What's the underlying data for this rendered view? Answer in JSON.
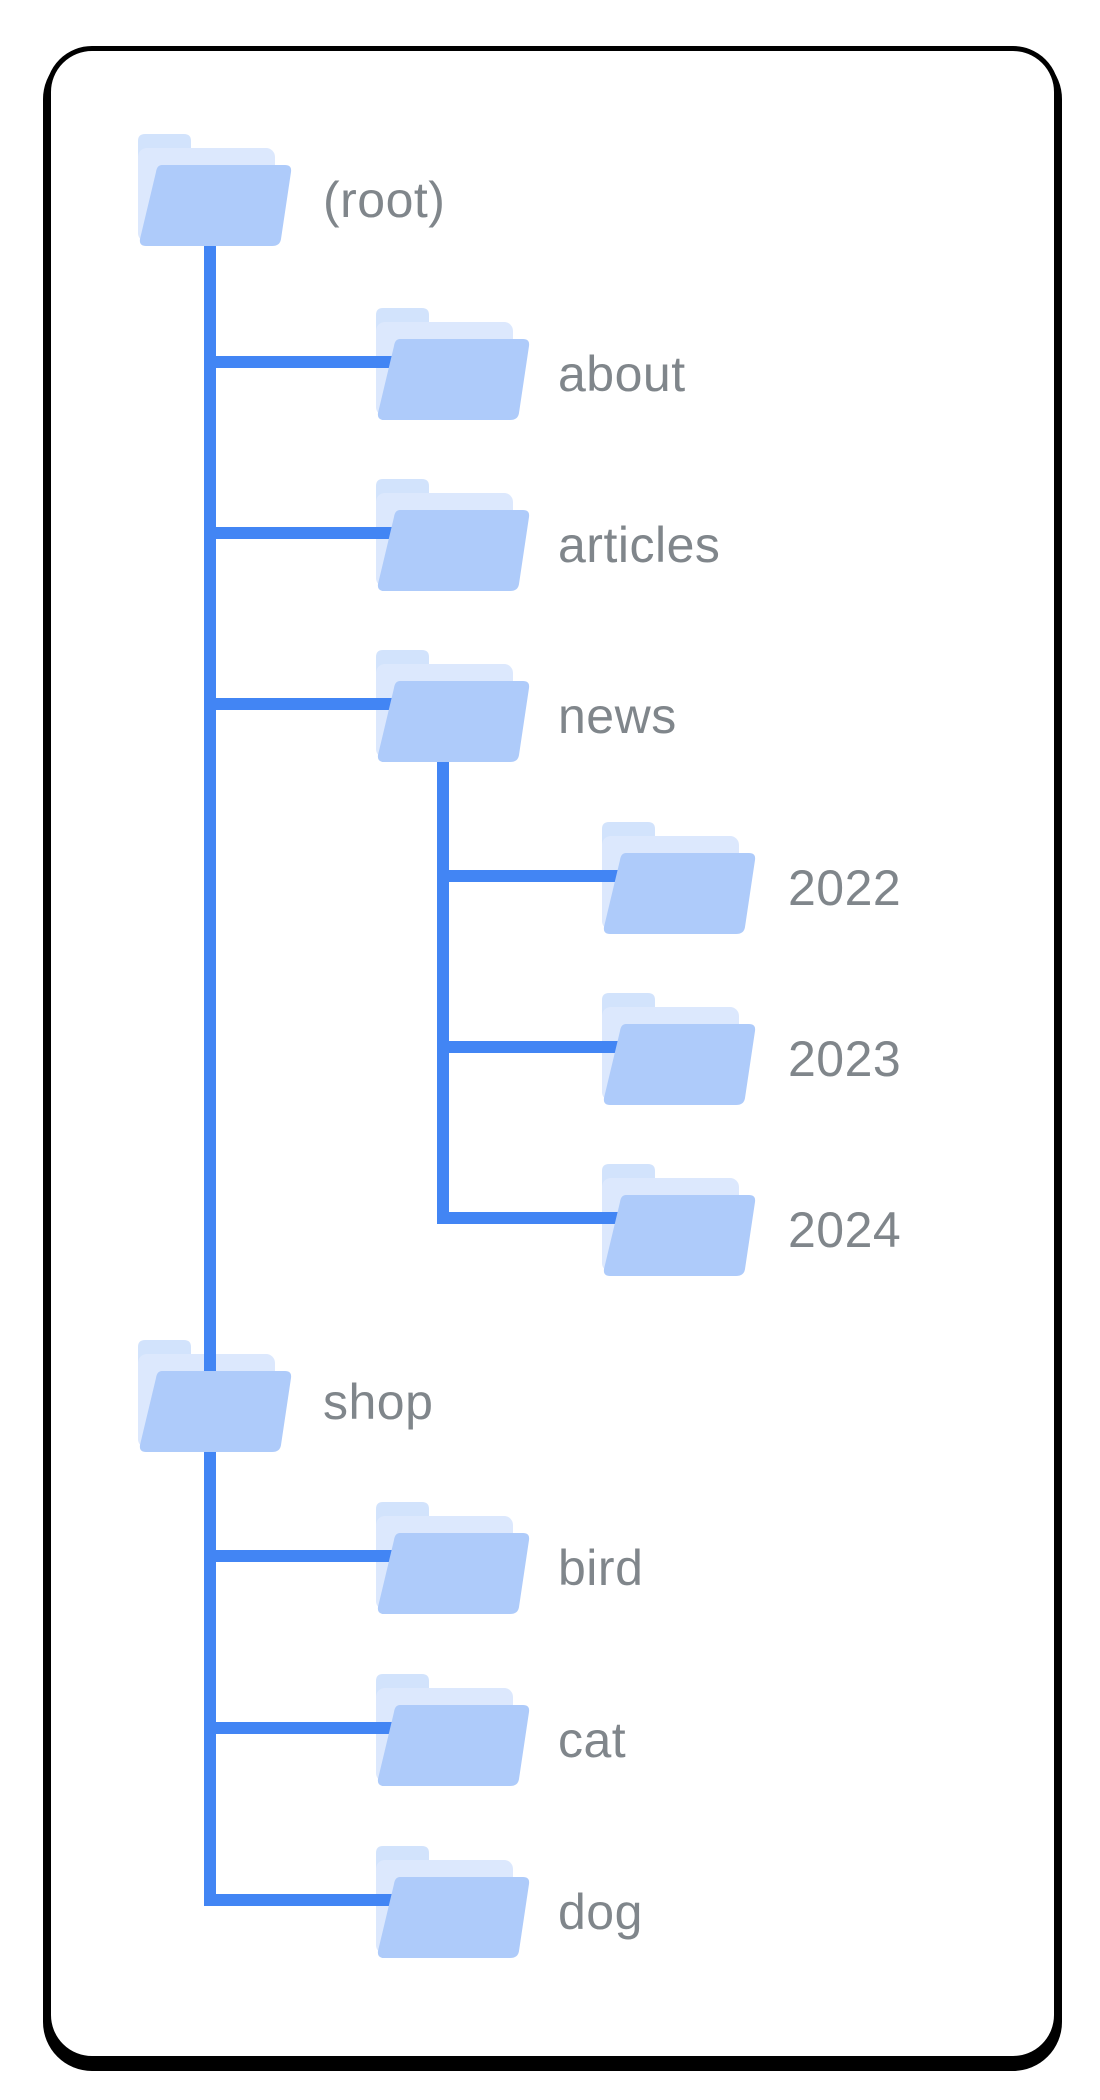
{
  "figure": {
    "type": "folder-tree-diagram",
    "background": "#ffffff",
    "frame_color": "#000000",
    "colors": {
      "connector_line": "#4285f4",
      "folder_front": "#aecbfa",
      "folder_back": "#dce8fd",
      "folder_tab": "#d2e3fc",
      "label_text": "#80868b"
    }
  },
  "tree": {
    "nodes": [
      {
        "id": "root",
        "label": "(root)",
        "children": [
          {
            "id": "about",
            "label": "about"
          },
          {
            "id": "articles",
            "label": "articles"
          },
          {
            "id": "news",
            "label": "news",
            "children": [
              {
                "id": "y2022",
                "label": "2022"
              },
              {
                "id": "y2023",
                "label": "2023"
              },
              {
                "id": "y2024",
                "label": "2024"
              }
            ]
          }
        ]
      },
      {
        "id": "shop",
        "label": "shop",
        "children": [
          {
            "id": "bird",
            "label": "bird"
          },
          {
            "id": "cat",
            "label": "cat"
          },
          {
            "id": "dog",
            "label": "dog"
          }
        ]
      }
    ]
  }
}
